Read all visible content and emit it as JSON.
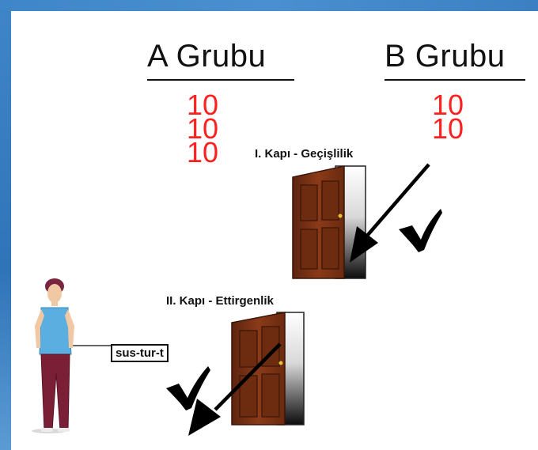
{
  "groups": {
    "a": {
      "title": "A Grubu",
      "values": [
        "10",
        "10",
        "10"
      ]
    },
    "b": {
      "title": "B Grubu",
      "values": [
        "10",
        "10"
      ]
    }
  },
  "doors": {
    "one": {
      "label": "I. Kapı - Geçişlilik"
    },
    "two": {
      "label": "II. Kapı - Ettirgenlik"
    }
  },
  "morpheme_box": "sus-tur-t",
  "colors": {
    "frame": "#3f86c8",
    "value_text": "#ff2020",
    "door_wood": "#7a3216",
    "check": "#000000"
  },
  "icons": [
    "door-icon",
    "arrow-icon",
    "checkmark-icon",
    "person-figure"
  ]
}
